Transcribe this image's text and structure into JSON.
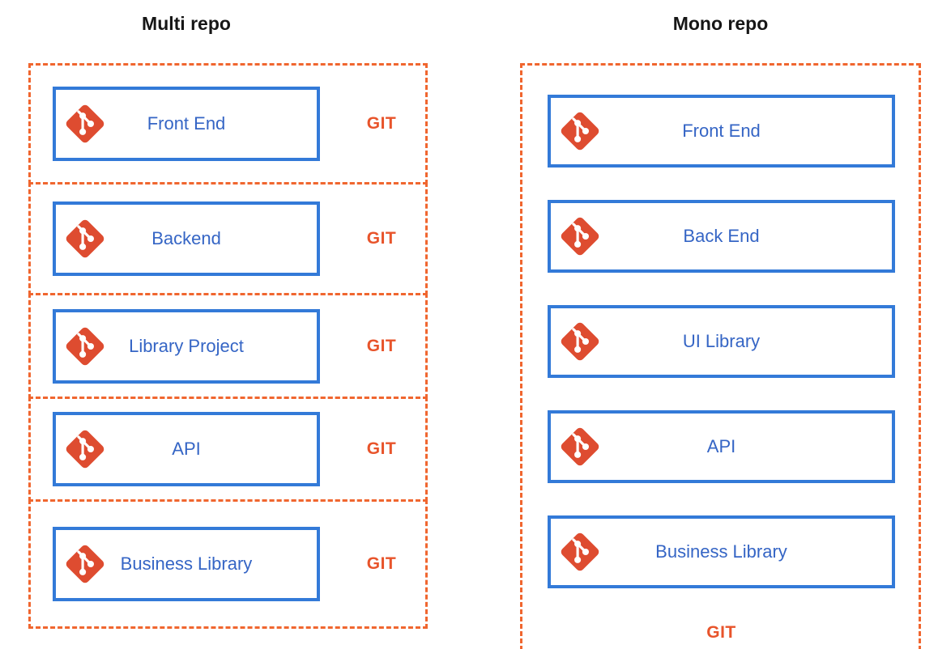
{
  "diagram": {
    "left": {
      "title": "Multi repo",
      "repos": [
        {
          "label": "Front End",
          "git": "GIT"
        },
        {
          "label": "Backend",
          "git": "GIT"
        },
        {
          "label": "Library Project",
          "git": "GIT"
        },
        {
          "label": "API",
          "git": "GIT"
        },
        {
          "label": "Business Library",
          "git": "GIT"
        }
      ]
    },
    "right": {
      "title": "Mono repo",
      "repos": [
        {
          "label": "Front End"
        },
        {
          "label": "Back End"
        },
        {
          "label": "UI Library"
        },
        {
          "label": "API"
        },
        {
          "label": "Business Library"
        }
      ],
      "git_label": "GIT"
    },
    "icons": {
      "repo_icon": "git-logo-icon"
    },
    "colors": {
      "dashed_border_orange": "#F0662F",
      "git_text_orange": "#E8542B",
      "git_icon_orange": "#DE4C30",
      "box_border_blue": "#337AD8",
      "label_text_blue": "#3565C5",
      "title_black": "#161616"
    }
  }
}
